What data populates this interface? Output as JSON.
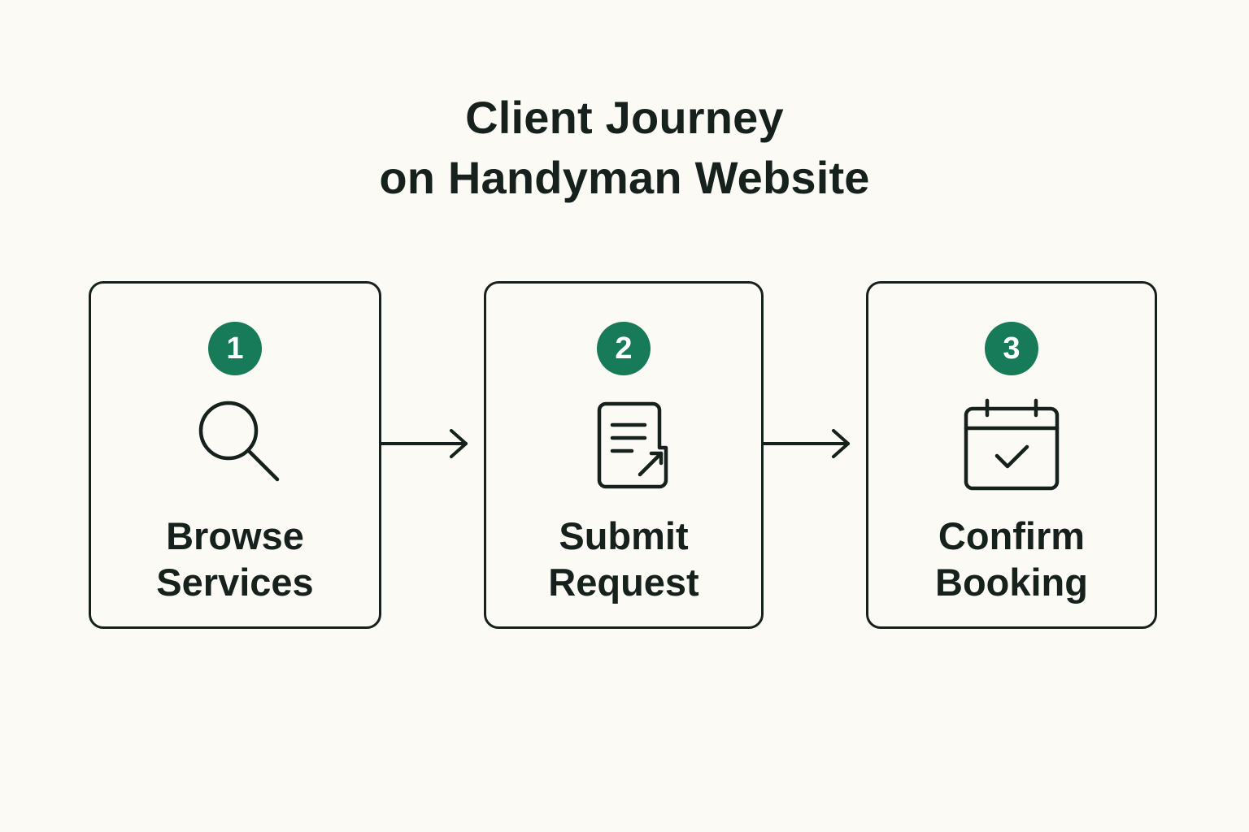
{
  "title": {
    "line1": "Client Journey",
    "line2": "on Handyman Website"
  },
  "colors": {
    "accent": "#177a58",
    "ink": "#16201c",
    "background": "#fbfaf5"
  },
  "steps": [
    {
      "number": "1",
      "icon": "search-icon",
      "label_line1": "Browse",
      "label_line2": "Services"
    },
    {
      "number": "2",
      "icon": "document-edit-icon",
      "label_line1": "Submit",
      "label_line2": "Request"
    },
    {
      "number": "3",
      "icon": "calendar-check-icon",
      "label_line1": "Confirm",
      "label_line2": "Booking"
    }
  ],
  "connectors": [
    {
      "from": "1",
      "to": "2"
    },
    {
      "from": "2",
      "to": "3"
    }
  ]
}
